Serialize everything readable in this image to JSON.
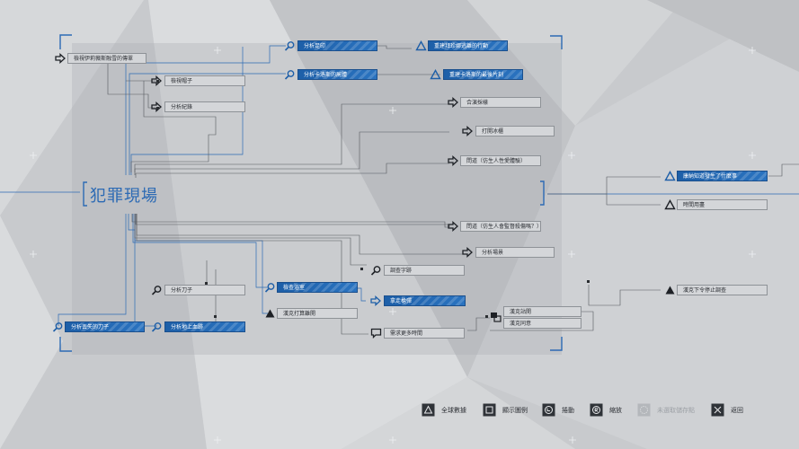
{
  "scene": {
    "title": "犯罪現場"
  },
  "nodes": {
    "n_tracker": "檢視伊莉薇斯融雪的傳單",
    "n_hat": "檢視帽子",
    "n_record": "分析紀錄",
    "n_footprints": "分析足印",
    "n_reconstruct_run": "重建拜珍娜逃離的行動",
    "n_analyze_blood": "分析卡洛斯的屍體",
    "n_reconstruct_kill": "重建卡洛斯的最後片刻",
    "n_fit_testing": "合演採樣",
    "n_open_fridge": "打開冰櫃",
    "n_ask1": "問道（仿生人性愛體驗）",
    "n_ask2": "問道（仿生人會監督殺傷嗎？）",
    "n_analyze_scene": "分析場景",
    "n_investigate_doc": "調查字跡",
    "n_search_bath": "檢查浴室",
    "n_find_gun": "拿走槍彈",
    "n_knife": "分析刀子",
    "n_lost_knife": "分析丟失的刀子",
    "n_blood_floor": "分析地上血跡",
    "n_hank_kill": "漢克打算離開",
    "n_need_time": "需求更多時間",
    "n_hank_stand": "漢克站開",
    "n_hank_help": "漢克同意",
    "n_learn_what": "康納知道發生了什麼事",
    "n_time_up": "時間用盡",
    "n_hank_stop": "漢克下令停止調查"
  },
  "legend": [
    {
      "icon": "triangle-button-icon",
      "label": "全球數據",
      "enabled": true
    },
    {
      "icon": "square-button-icon",
      "label": "顯示圖例",
      "enabled": true
    },
    {
      "icon": "left-stick-icon",
      "label": "捲動",
      "enabled": true
    },
    {
      "icon": "right-stick-icon",
      "label": "縮放",
      "enabled": true
    },
    {
      "icon": "disabled-circle-icon",
      "label": "未選取儲存點",
      "enabled": false
    },
    {
      "icon": "cross-button-icon",
      "label": "返回",
      "enabled": true
    }
  ],
  "colors": {
    "accent": "#2a73c0",
    "node_fill": "#d4d6d9",
    "line": "#66696d",
    "background": "#c9cbce"
  }
}
